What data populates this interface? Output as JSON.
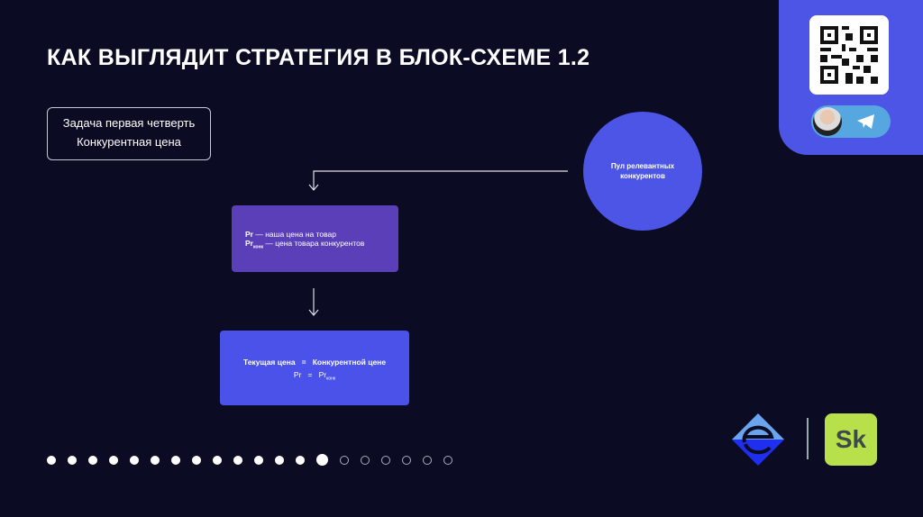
{
  "title": "КАК ВЫГЛЯДИТ СТРАТЕГИЯ В БЛОК-СХЕМЕ 1.2",
  "task": {
    "line1": "Задача первая четверть",
    "line2": "Конкурентная цена"
  },
  "pool": {
    "line1": "Пул релевантных",
    "line2": "конкурентов"
  },
  "box1": {
    "pr": "Pr",
    "pr_desc": " — наша цена на товар",
    "pr2": "Pr",
    "pr2_sub": "конк",
    "pr2_desc": " — цена товара конкурентов"
  },
  "box2": {
    "left": "Текущая цена",
    "eq": "=",
    "right": "Конкурентной цене",
    "f_left": "Pr",
    "f_eq": "=",
    "f_right": "Pr",
    "f_sub": "конк"
  },
  "logo_sk": "Sk",
  "pagination": {
    "total": 20,
    "active_index": 13
  },
  "colors": {
    "bg": "#0b0c24",
    "accent": "#4d55e6",
    "purple": "#5a3fb8",
    "green": "#b8e04a"
  }
}
